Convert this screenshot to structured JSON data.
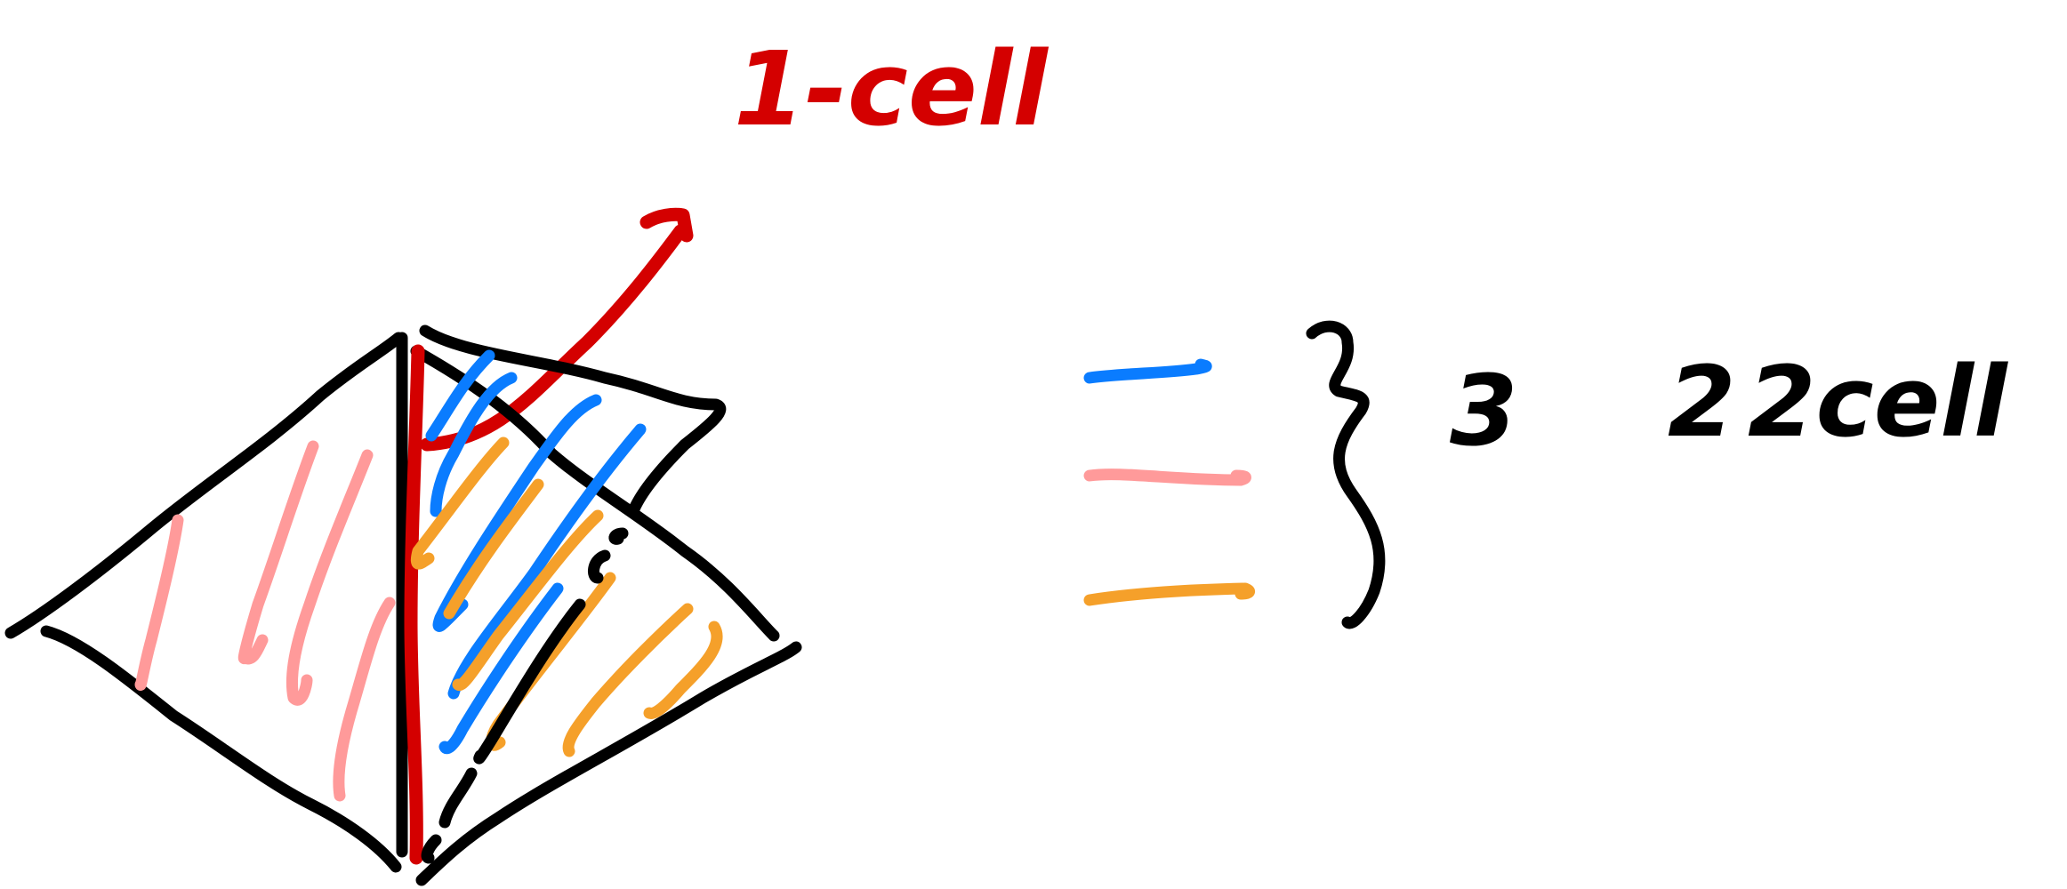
{
  "colors": {
    "black": "#000000",
    "red": "#d40000",
    "blue": "#0a7cff",
    "pink": "#ff9a9a",
    "orange": "#f5a02a"
  },
  "labels": {
    "top": "1-cell",
    "right_prefix": "3",
    "right_middle": "2",
    "right_suffix": "2cell"
  },
  "legend": [
    {
      "color_key": "blue"
    },
    {
      "color_key": "pink"
    },
    {
      "color_key": "orange"
    }
  ]
}
